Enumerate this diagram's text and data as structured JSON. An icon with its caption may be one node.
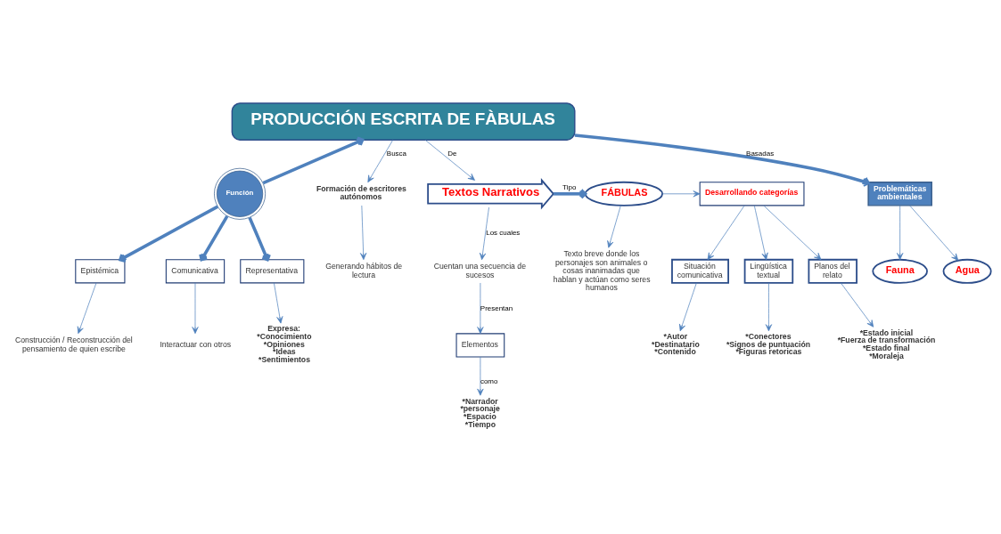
{
  "diagram": {
    "nodes": [
      {
        "text": [
          "PRODUCCIÓN ESCRITA DE FÀBULAS"
        ]
      },
      {
        "text": [
          "Función"
        ]
      },
      {
        "text": [
          "Comunicativa"
        ]
      },
      {
        "text": [
          "Representativa"
        ]
      },
      {
        "text": [
          "Epistémica"
        ]
      },
      {
        "text": [
          "Interactuar con otros"
        ]
      },
      {
        "text": [
          "Expresa:",
          "*Conocimiento",
          "*Opiniones",
          "*Ideas",
          "*Sentimientos"
        ]
      },
      {
        "text": [
          "Construcción / Reconstrucción del pensamiento de quien escribe"
        ]
      },
      {
        "text": [
          "Formación de escritores autónomos"
        ]
      },
      {
        "text": [
          "Generando hábitos de lectura"
        ]
      },
      {
        "text": [
          "Textos Narrativos"
        ]
      },
      {
        "text": [
          "FÁBULAS"
        ]
      },
      {
        "text": [
          "Cuentan una secuencia de sucesos"
        ]
      },
      {
        "text": [
          "Elementos"
        ]
      },
      {
        "text": [
          "*Narrador",
          "*personaje",
          "*Espacio",
          "*Tiempo"
        ]
      },
      {
        "text": [
          "Texto breve donde los personajes son animales o cosas inanimadas que hablan y actúan como seres humanos"
        ]
      },
      {
        "text": [
          "Desarrollando categorías"
        ]
      },
      {
        "text": [
          "Situación comunicativa"
        ]
      },
      {
        "text": [
          "Lingüística textual"
        ]
      },
      {
        "text": [
          "Planos del relato"
        ]
      },
      {
        "text": [
          "*Autor",
          "*Destinatario",
          "*Contenido"
        ]
      },
      {
        "text": [
          "*Conectores",
          "*Signos de puntuación",
          "*Figuras retoricas"
        ]
      },
      {
        "text": [
          "*Estado inicial",
          "*Fuerza de transformación",
          "*Estado final",
          "*Moraleja"
        ]
      },
      {
        "text": [
          "Problemáticas ambientales"
        ]
      },
      {
        "text": [
          "Agua"
        ]
      },
      {
        "text": [
          "Fauna"
        ]
      }
    ],
    "edges": [
      {
        "from": 1,
        "to": 0,
        "arrow": "to",
        "style": "thick"
      },
      {
        "from": 1,
        "to": 2,
        "arrow": "to",
        "style": "thick"
      },
      {
        "from": 1,
        "to": 3,
        "arrow": "to",
        "style": "thick"
      },
      {
        "from": 1,
        "to": 4,
        "arrow": "to",
        "style": "thick"
      },
      {
        "from": 2,
        "to": 5,
        "arrow": "to"
      },
      {
        "from": 3,
        "to": 6,
        "arrow": "to"
      },
      {
        "from": 4,
        "to": 7,
        "arrow": "to"
      },
      {
        "from": 0,
        "to": 8,
        "arrow": "to",
        "label": "Busca"
      },
      {
        "from": 8,
        "to": 9,
        "arrow": "to"
      },
      {
        "from": 0,
        "to": 10,
        "arrow": "to",
        "label": "De"
      },
      {
        "from": 10,
        "to": 11,
        "arrow": "to",
        "label": "Tipo",
        "style": "thick"
      },
      {
        "from": 10,
        "to": 12,
        "arrow": "to",
        "label": "Los cuales"
      },
      {
        "from": 12,
        "to": 13,
        "arrow": "to",
        "label": "Presentan"
      },
      {
        "from": 13,
        "to": 14,
        "arrow": "to",
        "label": "como"
      },
      {
        "from": 11,
        "to": 15,
        "arrow": "to"
      },
      {
        "from": 11,
        "to": 16,
        "arrow": "to"
      },
      {
        "from": 16,
        "to": 17,
        "arrow": "to"
      },
      {
        "from": 16,
        "to": 18,
        "arrow": "to"
      },
      {
        "from": 16,
        "to": 19,
        "arrow": "to"
      },
      {
        "from": 17,
        "to": 20,
        "arrow": "to"
      },
      {
        "from": 18,
        "to": 21,
        "arrow": "to"
      },
      {
        "from": 19,
        "to": 22,
        "arrow": "to"
      },
      {
        "from": 0,
        "to": 23,
        "arrow": "to",
        "label": "Basadas",
        "style": "thick"
      },
      {
        "from": 23,
        "to": 24,
        "arrow": "to"
      },
      {
        "from": 23,
        "to": 25,
        "arrow": "to"
      }
    ]
  }
}
